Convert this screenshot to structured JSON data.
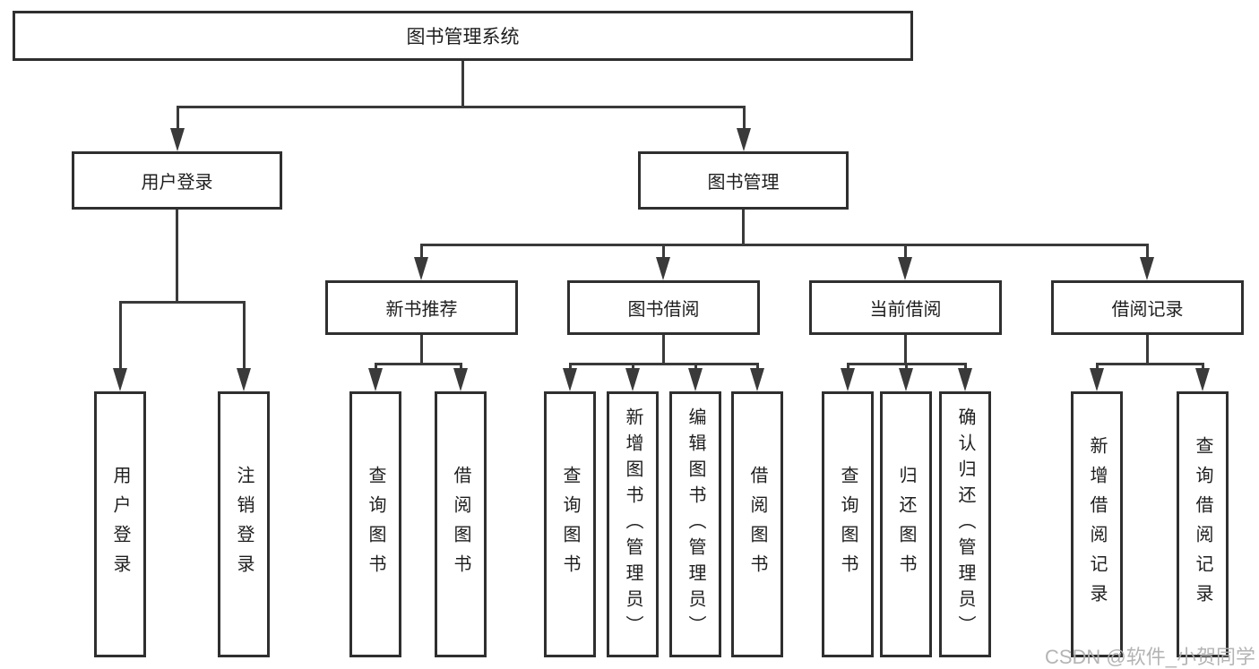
{
  "diagram": {
    "root": {
      "label": "图书管理系统",
      "children": [
        {
          "label": "用户登录",
          "children": [
            {
              "label": "用户登录"
            },
            {
              "label": "注销登录"
            }
          ]
        },
        {
          "label": "图书管理",
          "children": [
            {
              "label": "新书推荐",
              "children": [
                {
                  "label": "查询图书"
                },
                {
                  "label": "借阅图书"
                }
              ]
            },
            {
              "label": "图书借阅",
              "children": [
                {
                  "label": "查询图书"
                },
                {
                  "label": "新增图书（管理员）"
                },
                {
                  "label": "编辑图书（管理员）"
                },
                {
                  "label": "借阅图书"
                }
              ]
            },
            {
              "label": "当前借阅",
              "children": [
                {
                  "label": "查询图书"
                },
                {
                  "label": "归还图书"
                },
                {
                  "label": "确认归还（管理员）"
                }
              ]
            },
            {
              "label": "借阅记录",
              "children": [
                {
                  "label": "新增借阅记录"
                },
                {
                  "label": "查询借阅记录"
                }
              ]
            }
          ]
        }
      ]
    }
  },
  "watermark": {
    "text": "CSDN @软件_小贺同学"
  },
  "colors": {
    "line": "#3a3a3a",
    "border": "#2f2f2f",
    "text": "#1e1e1e",
    "watermark": "#b0b0b0",
    "background": "#ffffff"
  }
}
